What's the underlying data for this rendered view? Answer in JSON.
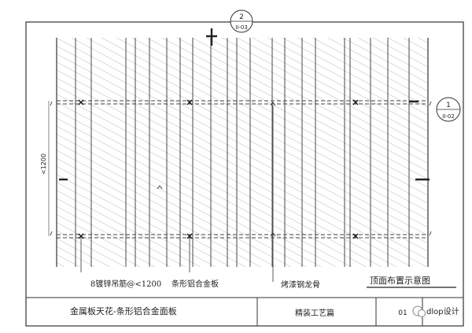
{
  "markers": {
    "top": {
      "number": "2",
      "sheet": "II-03"
    },
    "right": {
      "number": "1",
      "sheet": "II-02"
    }
  },
  "annotations": {
    "hanger": "8镀锌吊筋@<1200",
    "panel": "条形铝合金板",
    "keel": "烤漆钢龙骨",
    "dim_left": "<1200"
  },
  "title_block": {
    "view_title": "顶面布置示意图",
    "name": "金属板天花-条形铝合金面板",
    "category": "精装工艺篇",
    "page": "01",
    "watermark": "dlop设计"
  }
}
